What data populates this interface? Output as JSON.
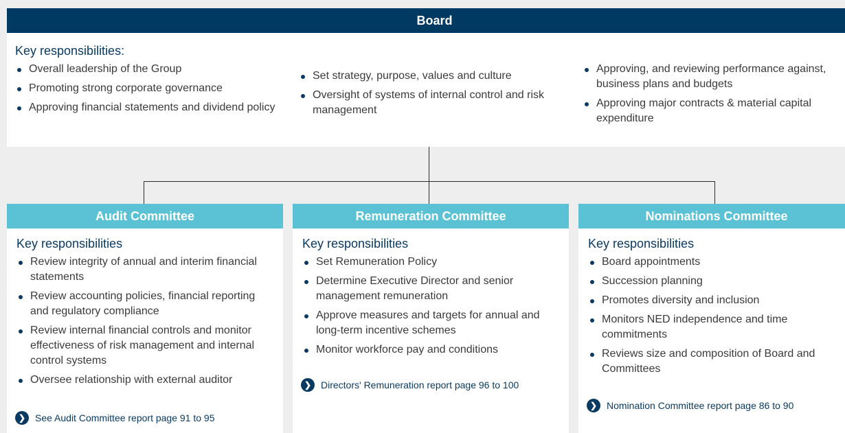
{
  "board": {
    "title": "Board",
    "subtitle": "Key responsibilities:",
    "col1": [
      "Overall leadership of the Group",
      "Promoting strong corporate governance",
      "Approving financial statements and dividend policy"
    ],
    "col2": [
      "Set strategy, purpose, values and culture",
      "Oversight of systems of internal control and risk management"
    ],
    "col3": [
      "Approving, and reviewing performance against, business plans and budgets",
      "Approving major contracts & material capital expenditure"
    ]
  },
  "committees": [
    {
      "title": "Audit Committee",
      "subtitle": "Key responsibilities",
      "items": [
        "Review integrity of annual and interim financial statements",
        "Review accounting policies, financial reporting and regulatory compliance",
        "Review internal financial controls and monitor effectiveness of risk management and internal control systems",
        "Oversee relationship with external auditor"
      ],
      "report": "See Audit Committee report page 91 to 95"
    },
    {
      "title": "Remuneration Committee",
      "subtitle": "Key responsibilities",
      "items": [
        "Set Remuneration Policy",
        "Determine Executive Director and senior management remuneration",
        "Approve measures and targets for annual and long-term incentive schemes",
        "Monitor workforce pay and conditions"
      ],
      "report": "Directors' Remuneration report page 96 to 100"
    },
    {
      "title": "Nominations Committee",
      "subtitle": "Key responsibilities",
      "items": [
        "Board appointments",
        "Succession planning",
        "Promotes diversity and inclusion",
        "Monitors NED independence and time commitments",
        "Reviews size and composition of Board and Committees"
      ],
      "report": "Nomination Committee report page 86 to 90"
    }
  ],
  "colors": {
    "navy": "#003a63",
    "teal": "#5bc2d5",
    "background": "#eeeeee"
  },
  "icons": {
    "report_link": "chevron-right-circle-icon"
  }
}
